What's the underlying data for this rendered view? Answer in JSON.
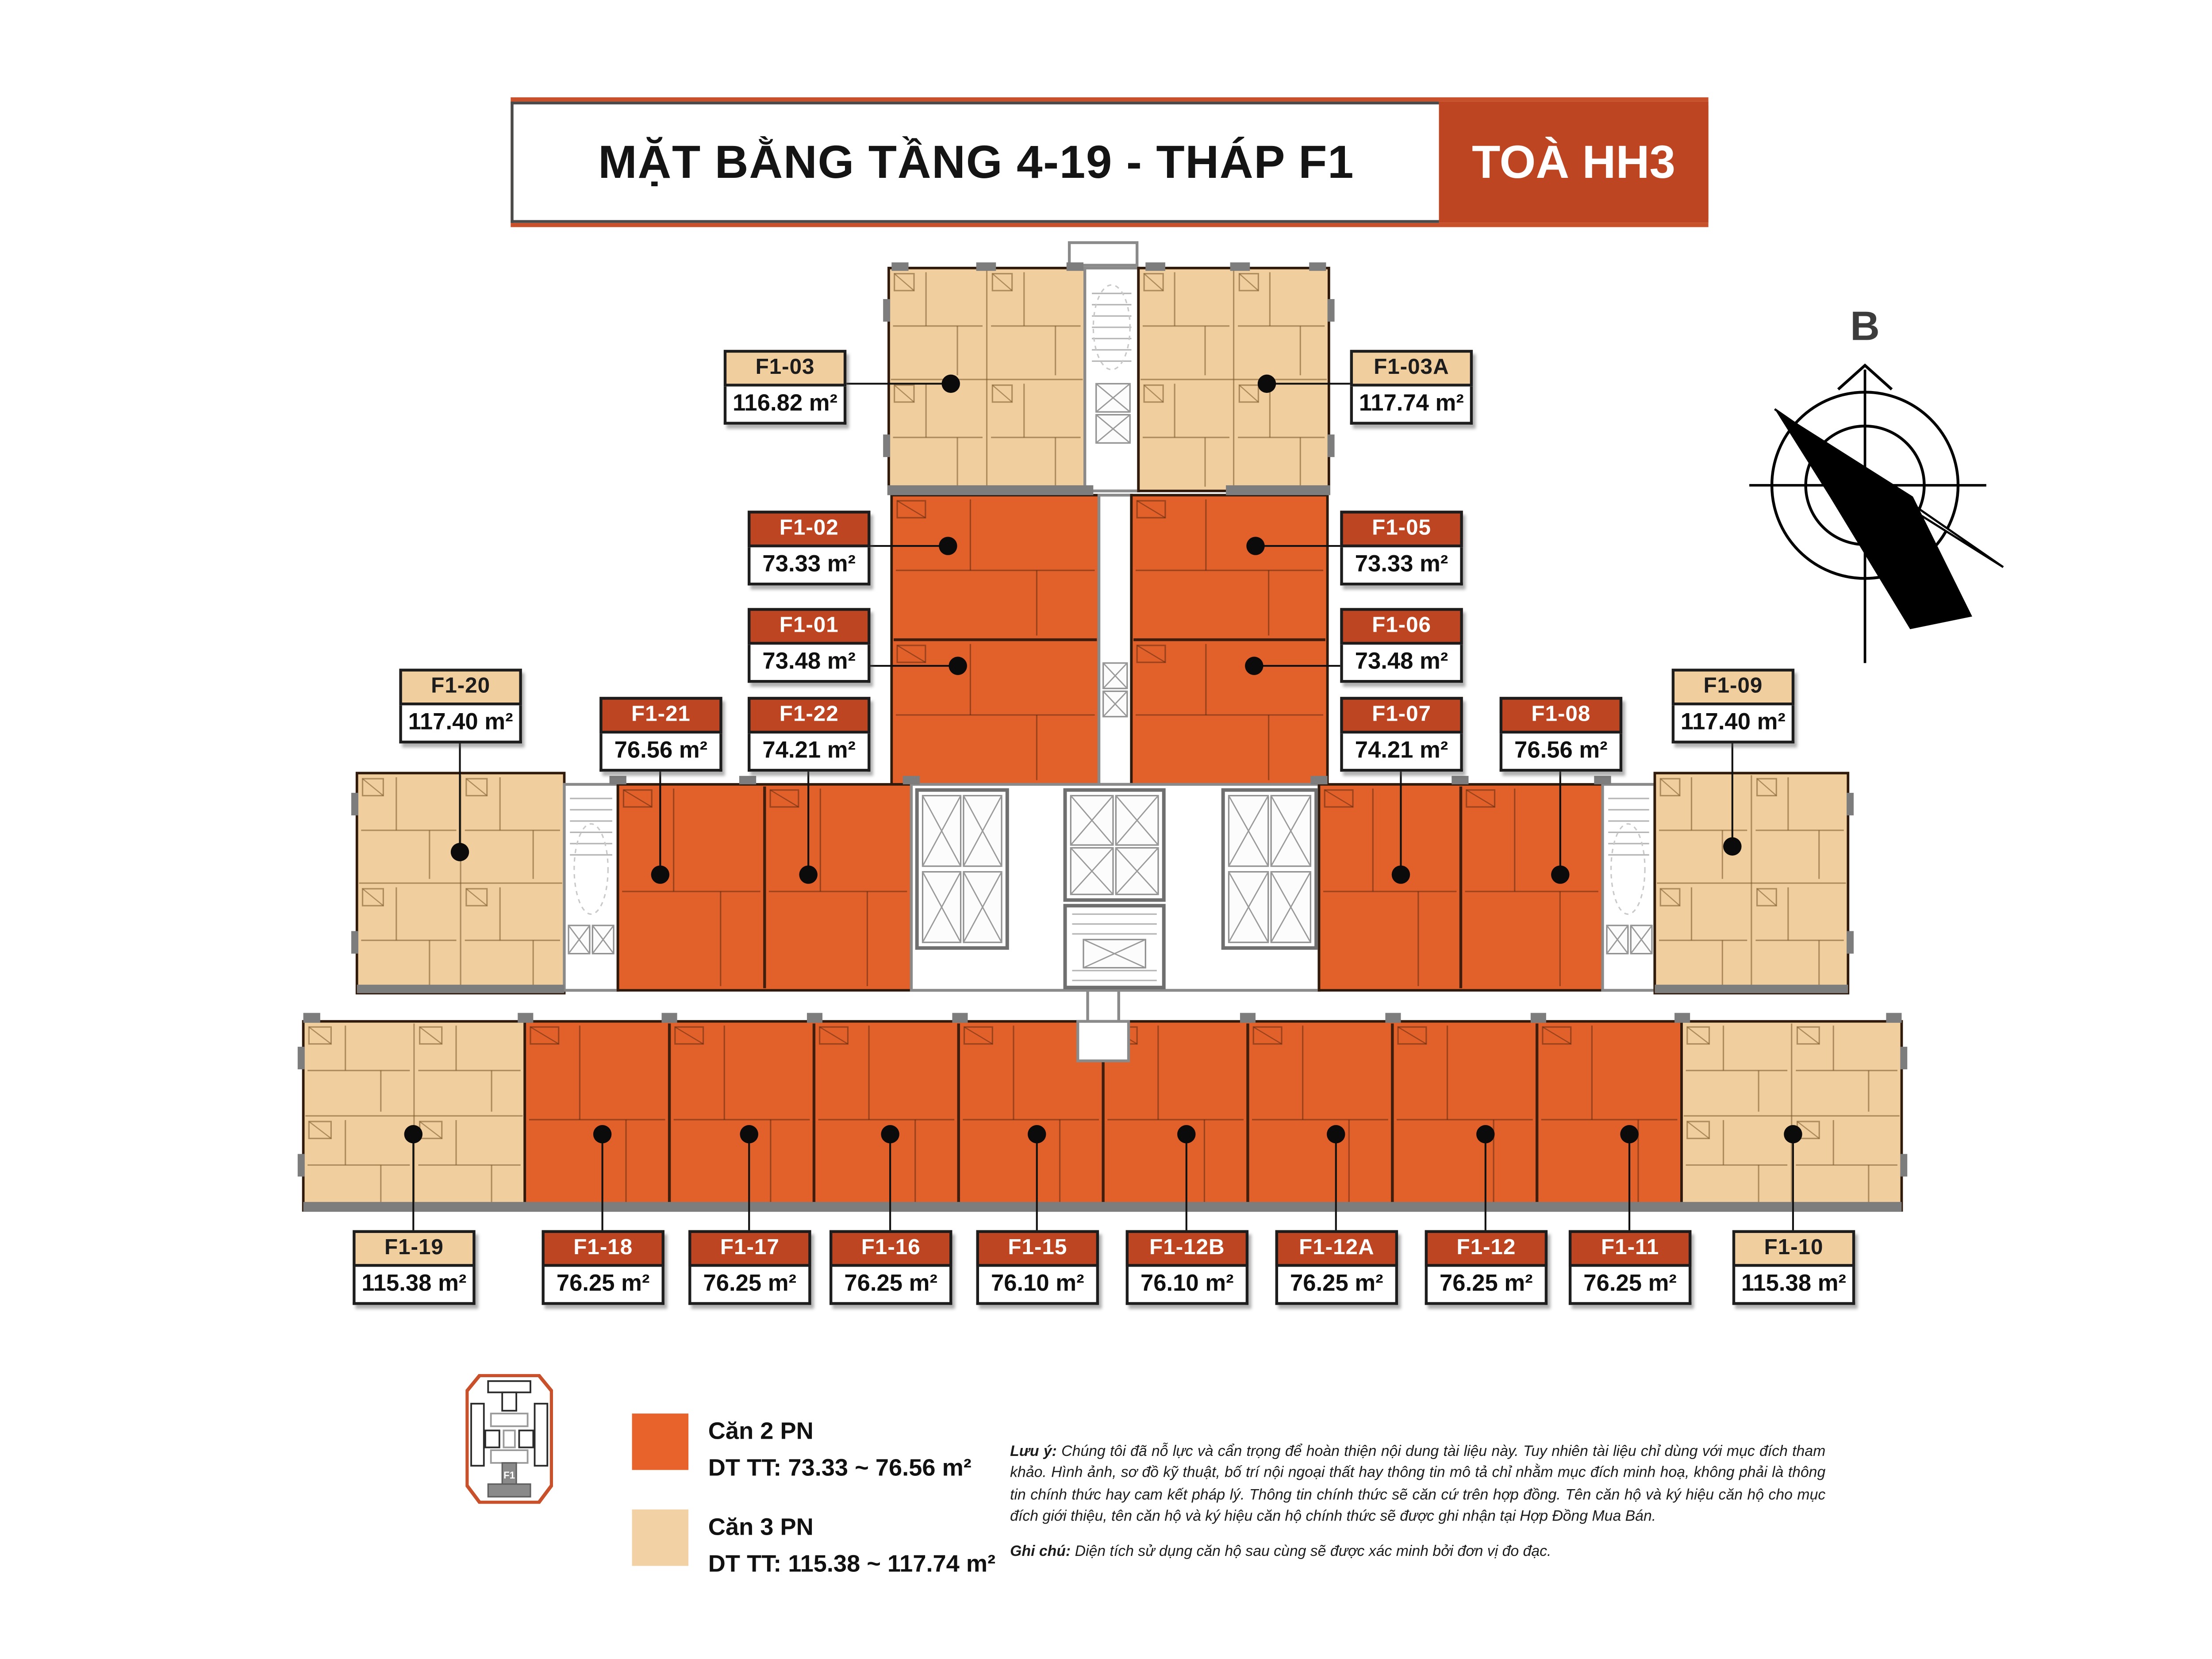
{
  "title": {
    "main": "MẶT BẰNG TẦNG 4-19 - THÁP F1",
    "tower": "TOÀ HH3"
  },
  "compass": {
    "north_label": "B"
  },
  "mini_map": {
    "tower_label": "F1"
  },
  "units": [
    {
      "id": "F1-03",
      "area": "116.82 m²",
      "type": "3PN"
    },
    {
      "id": "F1-03A",
      "area": "117.74 m²",
      "type": "3PN"
    },
    {
      "id": "F1-02",
      "area": "73.33 m²",
      "type": "2PN"
    },
    {
      "id": "F1-05",
      "area": "73.33 m²",
      "type": "2PN"
    },
    {
      "id": "F1-01",
      "area": "73.48 m²",
      "type": "2PN"
    },
    {
      "id": "F1-06",
      "area": "73.48 m²",
      "type": "2PN"
    },
    {
      "id": "F1-20",
      "area": "117.40 m²",
      "type": "3PN"
    },
    {
      "id": "F1-21",
      "area": "76.56 m²",
      "type": "2PN"
    },
    {
      "id": "F1-22",
      "area": "74.21 m²",
      "type": "2PN"
    },
    {
      "id": "F1-07",
      "area": "74.21 m²",
      "type": "2PN"
    },
    {
      "id": "F1-08",
      "area": "76.56 m²",
      "type": "2PN"
    },
    {
      "id": "F1-09",
      "area": "117.40 m²",
      "type": "3PN"
    },
    {
      "id": "F1-19",
      "area": "115.38 m²",
      "type": "3PN"
    },
    {
      "id": "F1-18",
      "area": "76.25 m²",
      "type": "2PN"
    },
    {
      "id": "F1-17",
      "area": "76.25 m²",
      "type": "2PN"
    },
    {
      "id": "F1-16",
      "area": "76.25 m²",
      "type": "2PN"
    },
    {
      "id": "F1-15",
      "area": "76.10 m²",
      "type": "2PN"
    },
    {
      "id": "F1-12B",
      "area": "76.10 m²",
      "type": "2PN"
    },
    {
      "id": "F1-12A",
      "area": "76.25 m²",
      "type": "2PN"
    },
    {
      "id": "F1-12",
      "area": "76.25 m²",
      "type": "2PN"
    },
    {
      "id": "F1-11",
      "area": "76.25 m²",
      "type": "2PN"
    },
    {
      "id": "F1-10",
      "area": "115.38 m²",
      "type": "3PN"
    }
  ],
  "legend": {
    "items": [
      {
        "name": "Căn 2 PN",
        "detail": "DT TT: 73.33 ~ 76.56 m²",
        "color": "#E8622B"
      },
      {
        "name": "Căn 3 PN",
        "detail": "DT TT: 115.38 ~ 117.74 m²",
        "color": "#F2D2A4"
      }
    ]
  },
  "notes": {
    "note1_label": "Lưu ý:",
    "note1_text": " Chúng tôi đã nỗ lực và cẩn trọng để hoàn thiện nội dung tài liệu này. Tuy nhiên tài liệu chỉ dùng với mục đích tham khảo. Hình ảnh, sơ đồ kỹ thuật, bố trí nội ngoại thất hay thông tin mô tả chỉ nhằm mục đích minh hoạ, không phải là thông tin chính thức hay cam kết pháp lý. Thông tin chính thức sẽ căn cứ trên hợp đồng. Tên căn hộ và ký hiệu căn hộ cho mục đích giới thiệu, tên căn hộ và ký hiệu căn hộ chính thức sẽ được ghi nhận tại Hợp Đồng Mua Bán.",
    "note2_label": "Ghi chú:",
    "note2_text": " Diện tích sử dụng căn hộ sau cùng sẽ được xác minh bởi đơn vị đo đạc."
  },
  "colors": {
    "accent_orange": "#BE4522",
    "unit_2pn_fill": "#E2602A",
    "unit_3pn_fill": "#F1CE9E",
    "wall_gray": "#7d7d7d"
  }
}
